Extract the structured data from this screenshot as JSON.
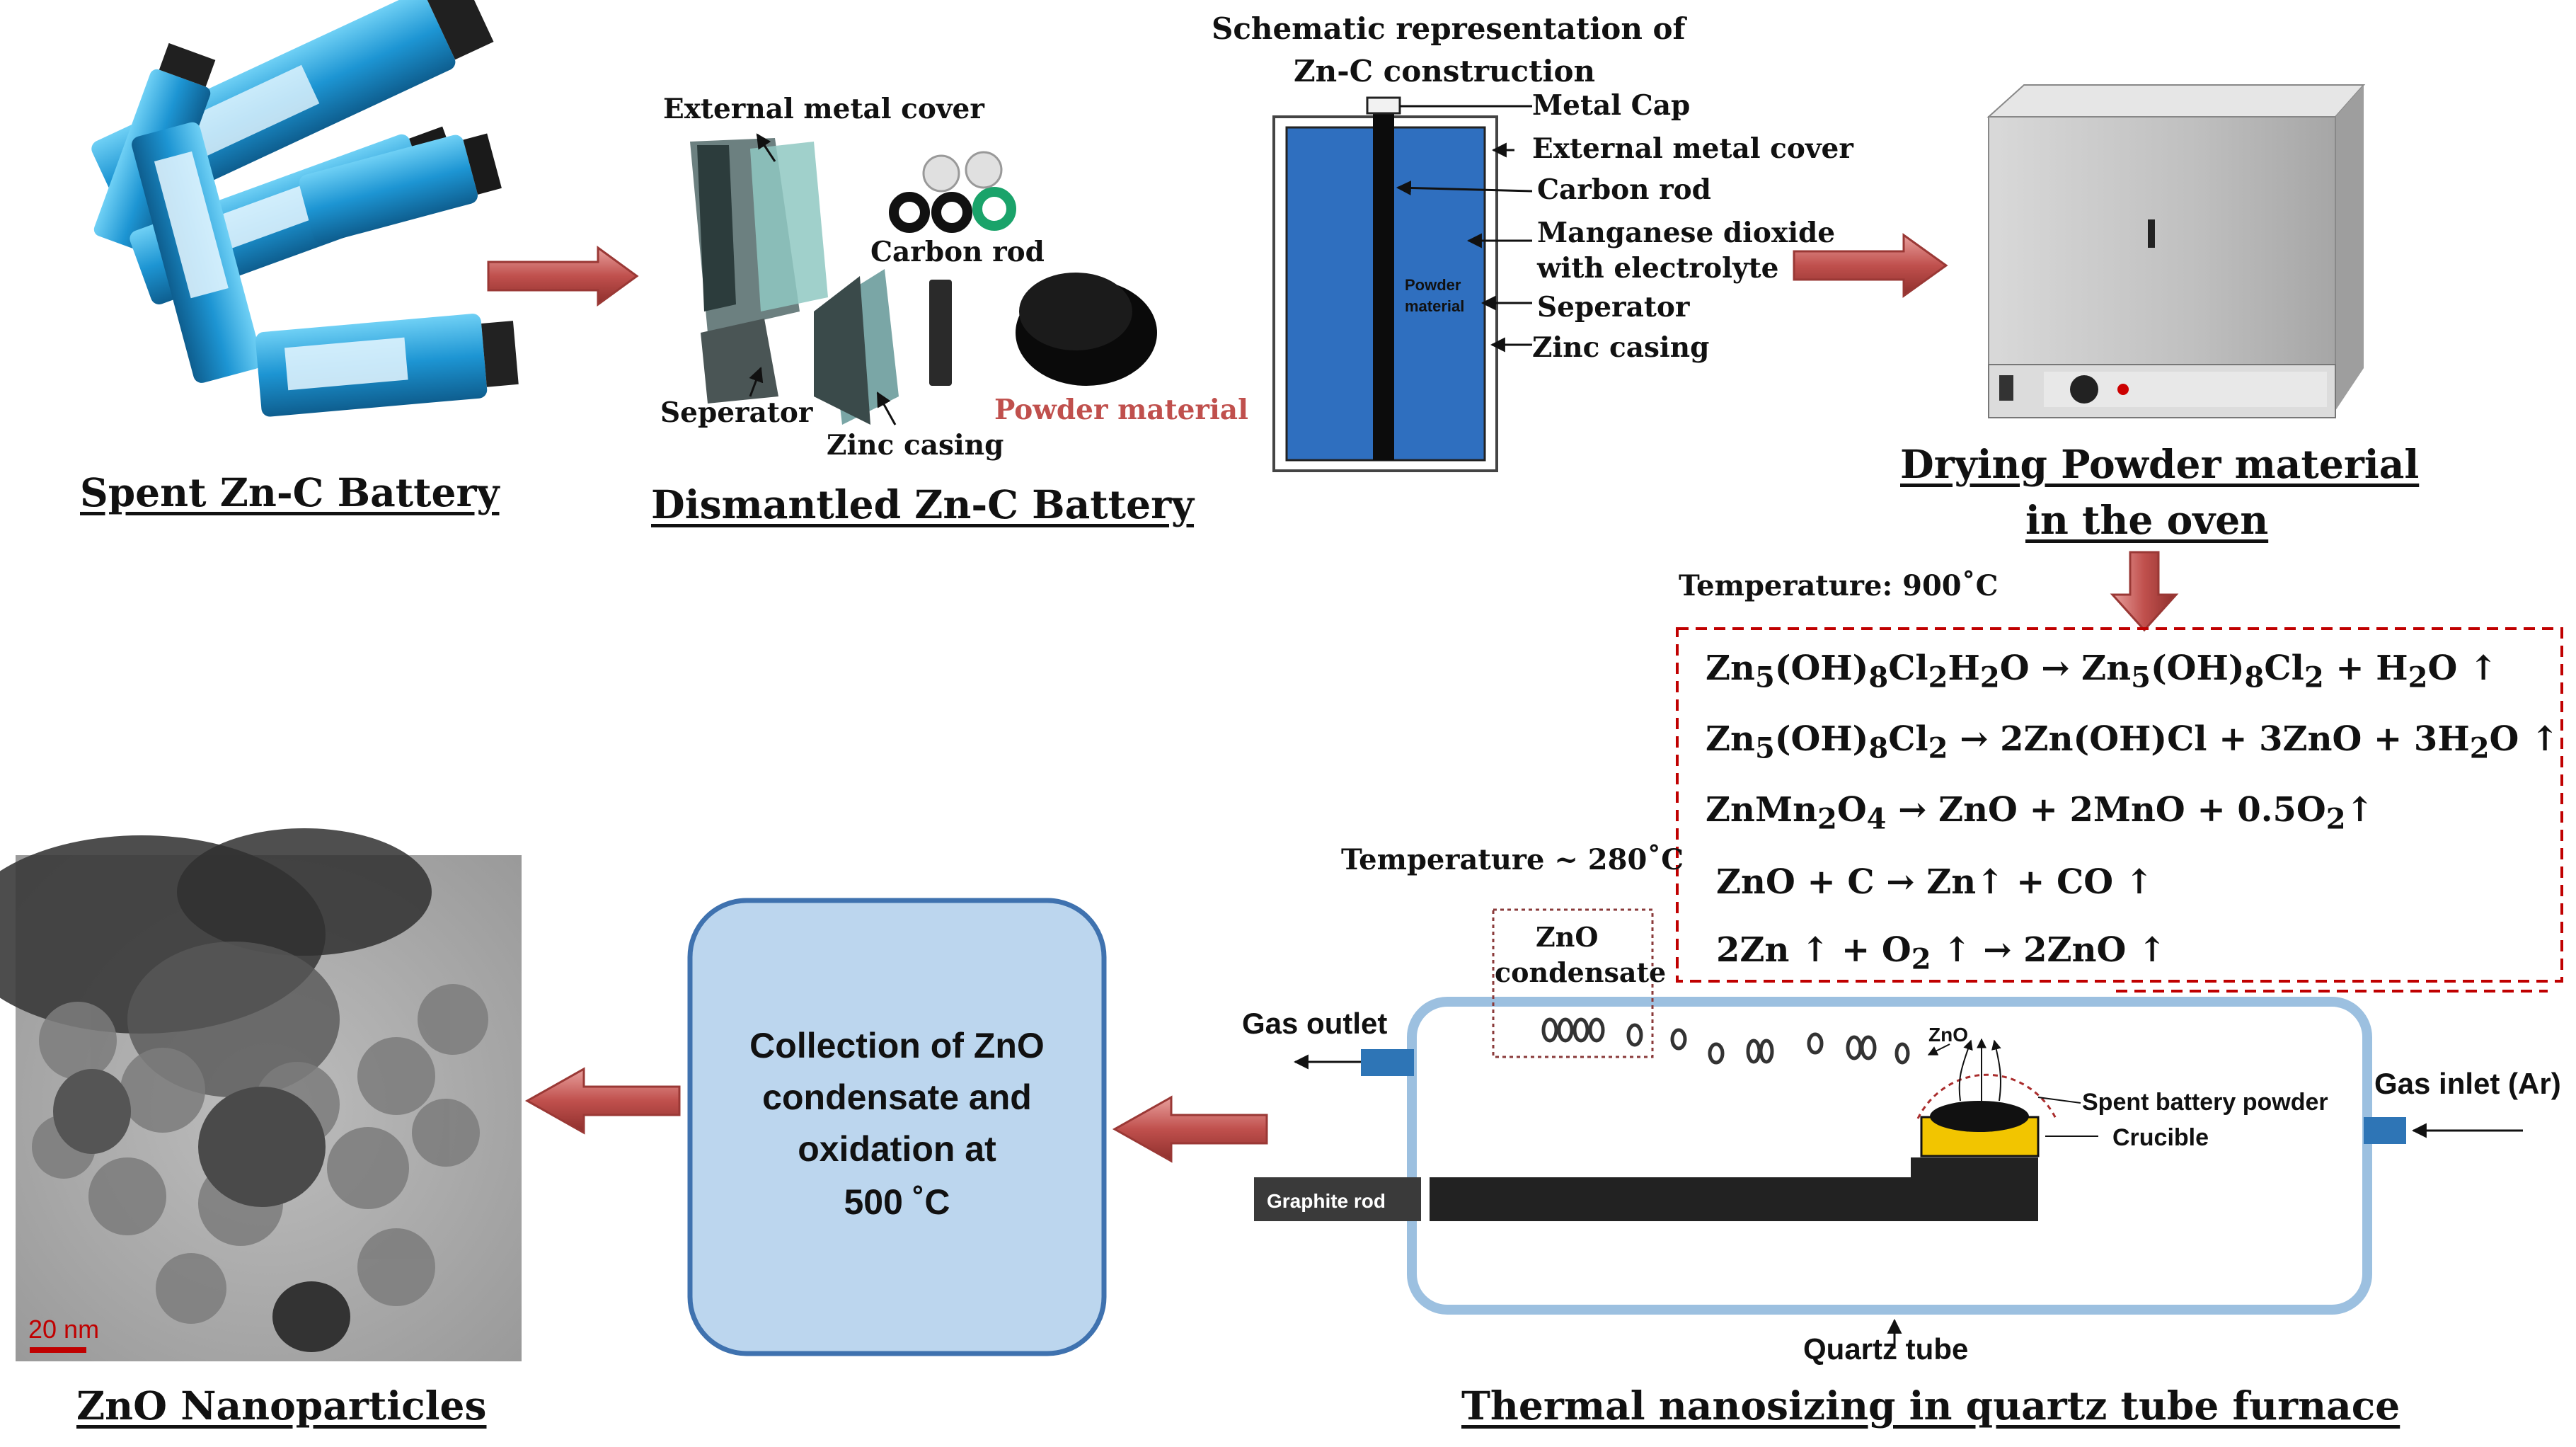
{
  "top": {
    "spent_caption": "Spent Zn-C Battery",
    "dismantled": {
      "caption": "Dismantled Zn-C Battery",
      "external_metal_cover": "External metal cover",
      "carbon_rod": "Carbon rod",
      "seperator": "Seperator",
      "zinc_casing": "Zinc casing",
      "powder_material": "Powder material"
    },
    "schematic": {
      "title_line1": "Schematic representation of",
      "title_line2": "Zn-C construction",
      "metal_cap": "Metal Cap",
      "external_metal_cover": "External metal cover",
      "carbon_rod": "Carbon rod",
      "manganese_line1": "Manganese dioxide",
      "manganese_line2": "with electrolyte",
      "seperator": "Seperator",
      "zinc_casing": "Zinc casing",
      "inner_line1": "Powder",
      "inner_line2": "material"
    },
    "oven": {
      "caption_line1": "Drying Powder material",
      "caption_line2": "in the oven"
    }
  },
  "reactions": {
    "temperature": "Temperature: 900˚C",
    "eq1": {
      "a": "Zn",
      "b": "5",
      "c": "(OH)",
      "d": "8",
      "e": "Cl",
      "f": "2",
      "g": "H",
      "h": "2",
      "i": "O → Zn",
      "j": "5",
      "k": "(OH)",
      "l": "8",
      "m": "Cl",
      "n": "2",
      "o": " + H",
      "p": "2",
      "q": "O ↑"
    },
    "eq2": {
      "a": "Zn",
      "b": "5",
      "c": "(OH)",
      "d": "8",
      "e": "Cl",
      "f": "2",
      "g": " → 2Zn(OH)Cl + 3ZnO + 3H",
      "h": "2",
      "i": "O ↑"
    },
    "eq3": {
      "a": "ZnMn",
      "b": "2",
      "c": "O",
      "d": "4",
      "e": " → ZnO + 2MnO + 0.5O",
      "f": "2",
      "g": "↑"
    },
    "eq4": "ZnO + C → Zn↑ + CO ↑",
    "eq5": {
      "a": "2Zn ↑ +  O",
      "b": "2",
      "c": " ↑ → 2ZnO ↑"
    }
  },
  "furnace": {
    "temperature": "Temperature ~ 280˚C",
    "zno_line1": "ZnO",
    "zno_line2": "condensate",
    "gas_outlet": "Gas outlet",
    "gas_inlet": "Gas inlet (Ar)",
    "zno_small": "ZnO",
    "spent_powder": "Spent battery powder",
    "crucible": "Crucible",
    "graphite_rod": "Graphite rod",
    "quartz_tube": "Quartz tube",
    "caption": "Thermal nanosizing in quartz tube furnace"
  },
  "collection": {
    "line1": "Collection of ZnO",
    "line2": "condensate and",
    "line3": "oxidation at",
    "line4": "500 ˚C"
  },
  "nano": {
    "scale": "20 nm",
    "caption": "ZnO Nanoparticles"
  },
  "colors": {
    "arrow": "#c0504d",
    "battery_blue": "#2ba3dd",
    "schematic_blue": "#2f6fbf",
    "box_fill": "#bcd6ee",
    "box_border": "#3f72af",
    "dashed_red": "#c00000",
    "crucible_yellow": "#f2c500"
  }
}
